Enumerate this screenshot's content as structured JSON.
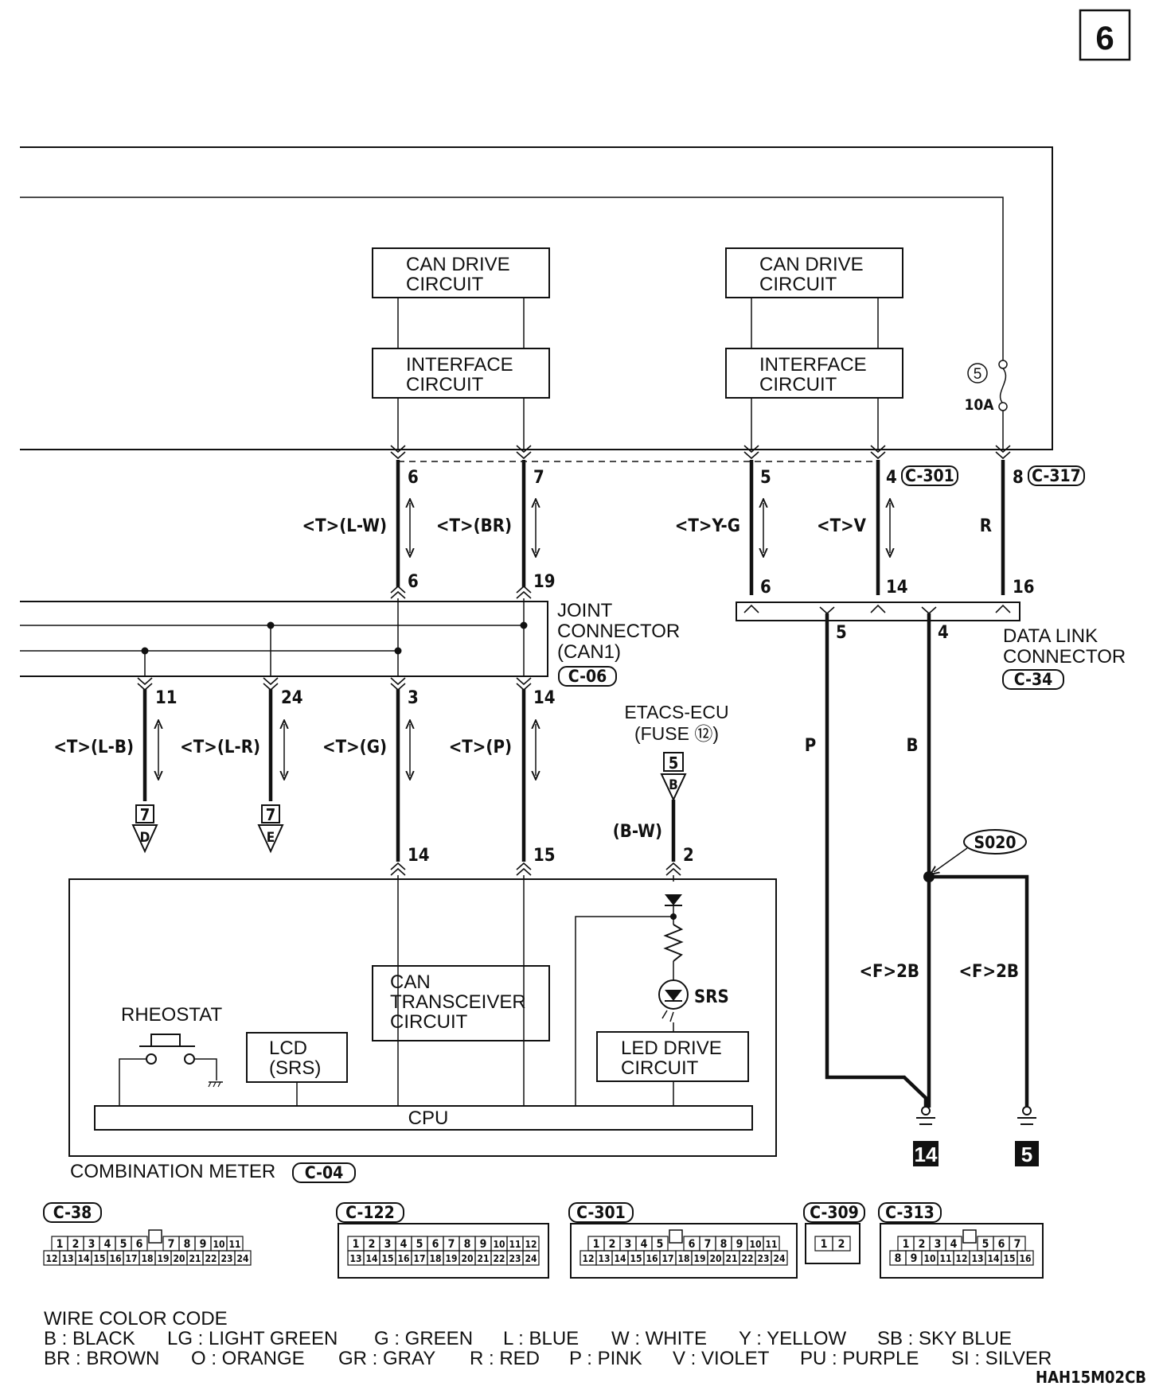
{
  "page_number": "6",
  "diagram_code": "HAH15M02CB",
  "blocks": {
    "can_drive_1": [
      "CAN DRIVE",
      "CIRCUIT"
    ],
    "interface_1": [
      "INTERFACE",
      "CIRCUIT"
    ],
    "can_drive_2": [
      "CAN DRIVE",
      "CIRCUIT"
    ],
    "interface_2": [
      "INTERFACE",
      "CIRCUIT"
    ],
    "can_transceiver": [
      "CAN",
      "TRANSCEIVER",
      "CIRCUIT"
    ],
    "led_drive": [
      "LED DRIVE",
      "CIRCUIT"
    ],
    "lcd": [
      "LCD",
      "(SRS)"
    ],
    "cpu": "CPU",
    "rheostat": "RHEOSTAT",
    "srs": "SRS"
  },
  "fuse": {
    "number": "5",
    "rating": "10A"
  },
  "connectors": {
    "c301": "C-301",
    "c317": "C-317",
    "c06": "C-06",
    "c34": "C-34",
    "c04": "C-04"
  },
  "labels": {
    "joint_connector": [
      "JOINT",
      "CONNECTOR",
      "(CAN1)"
    ],
    "data_link_connector": [
      "DATA LINK",
      "CONNECTOR"
    ],
    "etacs": [
      "ETACS-ECU",
      "(FUSE ⑫)"
    ],
    "combination_meter": "COMBINATION METER",
    "splice": "S020"
  },
  "pins": {
    "top": [
      "6",
      "7",
      "5",
      "4",
      "8"
    ],
    "mid": [
      "6",
      "19",
      "6",
      "14",
      "16"
    ],
    "dlc": [
      "5",
      "4"
    ],
    "joint_bottom": [
      "11",
      "24",
      "3",
      "14"
    ],
    "meter": [
      "14",
      "15",
      "2"
    ]
  },
  "wires": {
    "lw": "<T>(L-W)",
    "br": "<T>(BR)",
    "yg": "<T>Y-G",
    "v": "<T>V",
    "r": "R",
    "lb": "<T>(L-B)",
    "lr": "<T>(L-R)",
    "g": "<T>(G)",
    "p": "<T>(P)",
    "bw": "(B-W)",
    "pink": "P",
    "black": "B",
    "f2b_1": "<F>2B",
    "f2b_2": "<F>2B"
  },
  "refs": {
    "d_page": "7",
    "d_letter": "D",
    "e_page": "7",
    "e_letter": "E",
    "etacs_page": "5",
    "etacs_letter": "B",
    "ground_14": "14",
    "ground_5": "5"
  },
  "connector_views": [
    {
      "id": "C-38",
      "row1": [
        "1",
        "2",
        "3",
        "4",
        "5",
        "6",
        "",
        "7",
        "8",
        "9",
        "10",
        "11"
      ],
      "row2": [
        "12",
        "13",
        "14",
        "15",
        "16",
        "17",
        "18",
        "19",
        "20",
        "21",
        "22",
        "23",
        "24"
      ]
    },
    {
      "id": "C-122",
      "row1": [
        "1",
        "2",
        "3",
        "4",
        "5",
        "6",
        "7",
        "8",
        "9",
        "10",
        "11",
        "12"
      ],
      "row2": [
        "13",
        "14",
        "15",
        "16",
        "17",
        "18",
        "19",
        "20",
        "21",
        "22",
        "23",
        "24"
      ]
    },
    {
      "id": "C-301",
      "row1": [
        "1",
        "2",
        "3",
        "4",
        "5",
        "",
        "6",
        "7",
        "8",
        "9",
        "10",
        "11"
      ],
      "row2": [
        "12",
        "13",
        "14",
        "15",
        "16",
        "17",
        "18",
        "19",
        "20",
        "21",
        "22",
        "23",
        "24"
      ]
    },
    {
      "id": "C-309",
      "row1": [
        "1",
        "2"
      ]
    },
    {
      "id": "C-313",
      "row1": [
        "1",
        "2",
        "3",
        "4",
        "",
        "5",
        "6",
        "7"
      ],
      "row2": [
        "8",
        "9",
        "10",
        "11",
        "12",
        "13",
        "14",
        "15",
        "16"
      ]
    }
  ],
  "wire_color_code": {
    "title": "WIRE COLOR CODE",
    "row1": [
      "B : BLACK",
      "LG : LIGHT GREEN",
      "G : GREEN",
      "L : BLUE",
      "W : WHITE",
      "Y : YELLOW",
      "SB : SKY BLUE"
    ],
    "row2": [
      "BR : BROWN",
      "O : ORANGE",
      "GR : GRAY",
      "R : RED",
      "P : PINK",
      "V : VIOLET",
      "PU : PURPLE",
      "SI : SILVER"
    ]
  }
}
